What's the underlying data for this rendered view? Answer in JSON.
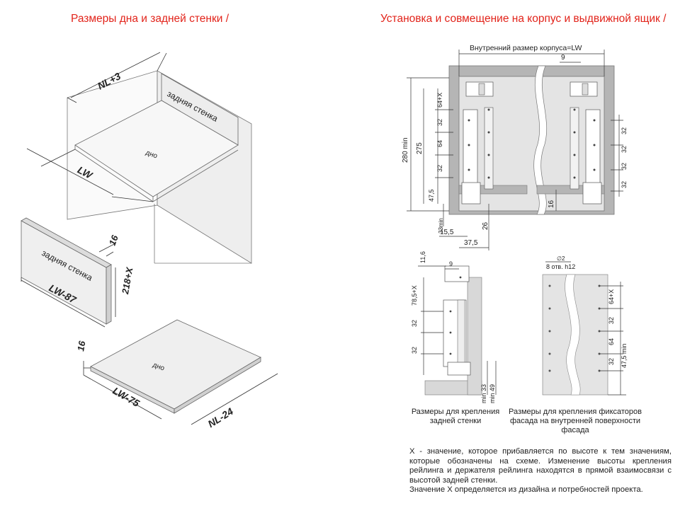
{
  "titles": {
    "left": "Размеры дна и задней стенки /",
    "right": "Установка и совмещение на корпус и выдвижной ящик /"
  },
  "iso": {
    "nl_plus3": "NL+3",
    "lw": "LW",
    "rear_wall": "задняя стенка",
    "bottom": "дно",
    "rear_panel_label": "задняя стенка",
    "lw_minus_87": "LW-87",
    "thickness_16a": "16",
    "height_218x": "218+X",
    "thickness_16b": "16",
    "bottom_panel_label": "дно",
    "lw_minus_75": "LW-75",
    "nl_minus_24": "NL-24"
  },
  "front_view": {
    "inner_width": "Внутренний размер корпуса=LW",
    "d9": "9",
    "d64x": "64+X",
    "d32_1": "32",
    "d64": "64",
    "d32_2": "32",
    "d47_5": "47,5",
    "d280min": "280 min",
    "d275": "275",
    "d33min": "33min",
    "d15_5": "15,5",
    "d37_5": "37,5",
    "d26": "26",
    "d16": "16",
    "r32_1": "32",
    "r32_2": "32",
    "r32_3": "32",
    "r32_4": "32"
  },
  "rear_detail": {
    "d11_6": "11,6",
    "d9": "9",
    "d78_5x": "78,5+X",
    "d32_1": "32",
    "d32_2": "32",
    "min33": "min 33",
    "min49": "min 49"
  },
  "front_detail": {
    "holes": "8 отв. h12",
    "hole_dia": "∅2",
    "d64x": "64+X",
    "d32_1": "32",
    "d64": "64",
    "d32_2": "32",
    "d47_5min": "47,5 min"
  },
  "captions": {
    "rear": "Размеры для крепления задней стенки",
    "front": "Размеры для крепления фиксаторов фасада на внутренней поверхности фасада"
  },
  "notes": {
    "p1": "X - значение, которое прибавляется по высоте к тем значениям, которые обозначены на схеме. Изменение высоты крепления рейлинга и держателя рейлинга находятся в прямой взаимосвязи с высотой задней стенки.",
    "p2": "Значение X определяется из дизайна и потребностей проекта."
  },
  "colors": {
    "title_red": "#e2231a",
    "panel_gray": "#b5b5b5",
    "light_gray": "#e4e4e4"
  }
}
